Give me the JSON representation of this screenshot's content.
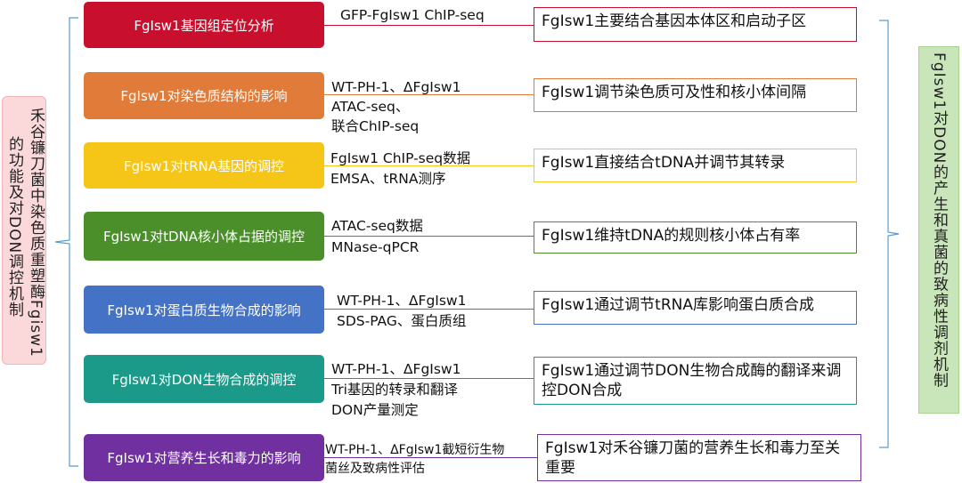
{
  "left_title": {
    "col1": "禾谷镰刀菌中染色质重塑酶Fgisw1",
    "col2": "的功能及对DON调控机制"
  },
  "right_title": "FgIsw1对DON的产生和真菌的致病性调剂机制",
  "colors": {
    "row1": "#c8102e",
    "row2": "#e07b39",
    "row3": "#f5c518",
    "row4": "#4a8f2a",
    "row5": "#4472c4",
    "row6": "#1b9a8a",
    "row7": "#7030a0",
    "left_bg": "#fbd9db",
    "right_bg": "#c8e6b9",
    "brace": "#5b9bd5"
  },
  "rows": [
    {
      "topic": "FgIsw1基因组定位分析",
      "methods": [
        "GFP-FgIsw1 ChIP-seq"
      ],
      "result": "FgIsw1主要结合基因本体区和启动子区"
    },
    {
      "topic": "FgIsw1对染色质结构的影响",
      "methods": [
        "WT-PH-1、ΔFgIsw1",
        "ATAC-seq、",
        "联合ChIP-seq"
      ],
      "result": "FgIsw1调节染色质可及性和核小体间隔"
    },
    {
      "topic": "FgIsw1对tRNA基因的调控",
      "methods": [
        "FgIsw1 ChIP-seq数据",
        "EMSA、tRNA测序"
      ],
      "result": "FgIsw1直接结合tDNA并调节其转录"
    },
    {
      "topic": "FgIsw1对tDNA核小体占据的调控",
      "methods": [
        "ATAC-seq数据",
        "MNase-qPCR"
      ],
      "result": "FgIsw1维持tDNA的规则核小体占有率"
    },
    {
      "topic": "FgIsw1对蛋白质生物合成的影响",
      "methods": [
        "WT-PH-1、ΔFgIsw1",
        "SDS-PAG、蛋白质组"
      ],
      "result": "FgIsw1通过调节tRNA库影响蛋白质合成"
    },
    {
      "topic": "FgIsw1对DON生物合成的调控",
      "methods": [
        "WT-PH-1、ΔFgIsw1",
        "Tri基因的转录和翻译",
        "DON产量测定"
      ],
      "result": "FgIsw1通过调节DON生物合成酶的翻译来调控DON合成"
    },
    {
      "topic": "FgIsw1对营养生长和毒力的影响",
      "methods": [
        "WT-PH-1、ΔFgIsw1截短衍生物",
        "菌丝及致病性评估"
      ],
      "result": "FgIsw1对禾谷镰刀菌的营养生长和毒力至关重要"
    }
  ]
}
